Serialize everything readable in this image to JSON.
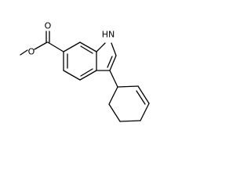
{
  "molecule": {
    "labels": {
      "ester_oxygen_carbonyl": "O",
      "ester_oxygen_ether": "O",
      "indole_nh": "HN"
    }
  },
  "colors": {
    "bond": "#000000",
    "background": "#ffffff"
  }
}
